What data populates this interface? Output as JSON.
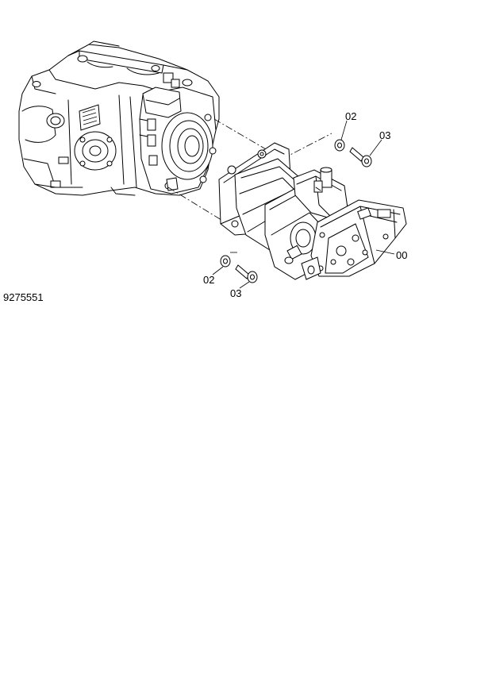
{
  "figure_id": "9275551",
  "callouts": {
    "washer_upper": "02",
    "bolt_upper": "03",
    "motor_assy": "00",
    "washer_lower": "02",
    "bolt_lower": "03"
  },
  "colors": {
    "line": "#000000",
    "background": "#ffffff"
  }
}
